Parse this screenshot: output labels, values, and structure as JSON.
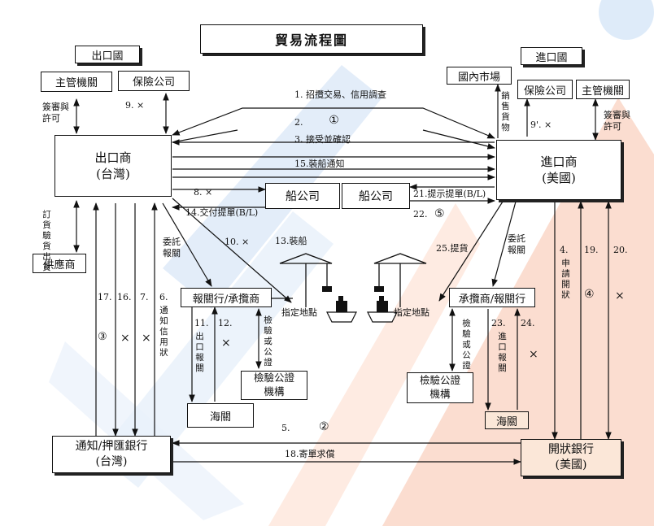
{
  "title": "貿易流程圖",
  "export_side": {
    "country": "出口國",
    "authority": "主管機關",
    "insurance": "保險公司",
    "exporter": [
      "出口商",
      "(台灣)"
    ],
    "supplier": "供應商",
    "broker": "報關行/承攬商",
    "inspection": [
      "檢驗公證",
      "機構"
    ],
    "customs": "海關",
    "bank": [
      "通知/押匯銀行",
      "(台灣)"
    ],
    "place": "指定地點"
  },
  "import_side": {
    "country": "進口國",
    "market": "國內市場",
    "insurance": "保險公司",
    "authority": "主管機關",
    "importer": [
      "進口商",
      "(美國)"
    ],
    "broker": "承攬商/報關行",
    "inspection": [
      "檢驗公證",
      "機構"
    ],
    "customs": "海關",
    "bank": [
      "開狀銀行",
      "(美國)"
    ],
    "place": "指定地點"
  },
  "shipping": {
    "company_a": "船公司",
    "company_b": "船公司"
  },
  "steps": {
    "s1": "1.  招攬交易、信用調查",
    "s2": "2.",
    "s2c": "①",
    "s3": "3.  接受並確認",
    "s15": "15.裝船通知",
    "s8": "8.   ×",
    "s14": "14.交付提單(B/L)",
    "s21": "21.提示提單(B/L)",
    "s22": "22.",
    "s22c": "⑤",
    "s9": "9.  ×",
    "s9p": "9'.  ×",
    "s10": "10.  ×",
    "s13": "13.裝船",
    "s25": "25.提貨",
    "s5": "5.",
    "s5c": "②",
    "s18": "18.寄單求償",
    "s17": "17.",
    "s17c": "③",
    "s16": "16.",
    "s16x": "×",
    "s7": "7.",
    "s7x": "×",
    "s6": "6.",
    "s6v": "通知信用狀",
    "s11": "11.",
    "s11v": "出口報關",
    "s12": "12.",
    "s12x": "×",
    "s23": "23.",
    "s23v": "進口報關",
    "s24": "24.",
    "s24x": "×",
    "s4": "4.",
    "s4v": "申請開狀",
    "s19": "19.",
    "s19c": "④",
    "s20": "20.",
    "s20x": "×",
    "approval_left": [
      "簽審與",
      "許可"
    ],
    "approval_right": [
      "簽審與",
      "許可"
    ],
    "supply_v": "訂貨驗貨出貨",
    "sales_v": "銷售貨物",
    "entrust_left": [
      "委託",
      "報關"
    ],
    "entrust_right": [
      "委託",
      "報關"
    ],
    "inspect_left_v": "檢驗或公證",
    "inspect_right_v": "檢驗或公證"
  },
  "colors": {
    "line": "#111111",
    "tan_box": "#fbe7d8",
    "watermark_orange": "#f6b89a",
    "watermark_blue": "#c9dcf4"
  }
}
